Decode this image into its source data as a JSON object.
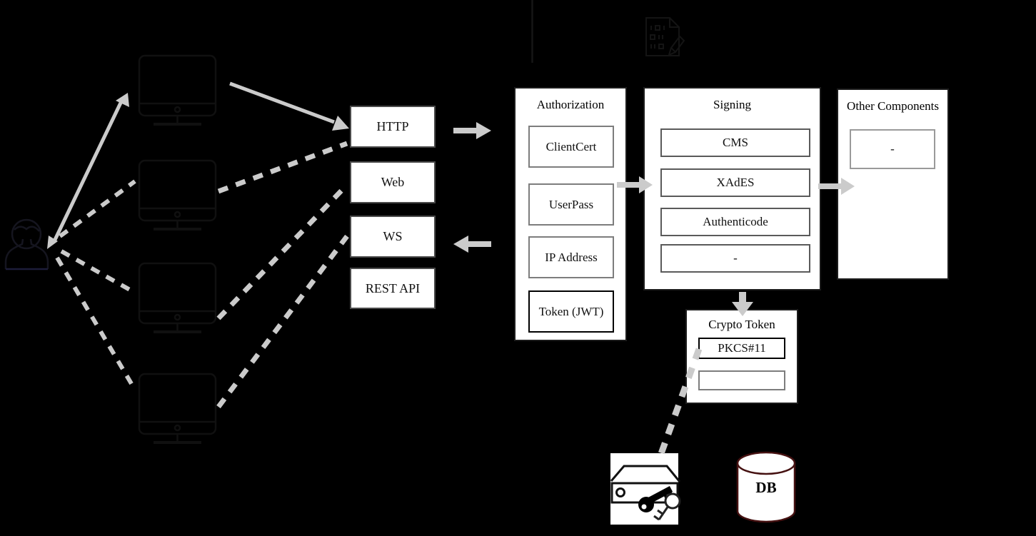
{
  "background": "#000000",
  "colors": {
    "arrow": "#cbcbcb",
    "db_outline": "#451111",
    "panel_fill": "#ffffff"
  },
  "client_side": {
    "user_icon": "user-icon",
    "workstation_icon": "monitor-icon",
    "workstation_count": 4
  },
  "interfaces": {
    "items": [
      "HTTP",
      "Web",
      "WS",
      "REST API"
    ]
  },
  "authorization": {
    "title": "Authorization",
    "items": [
      "ClientCert",
      "UserPass",
      "IP Address",
      "Token (JWT)"
    ]
  },
  "signing": {
    "title": "Signing",
    "items": [
      "CMS",
      "XAdES",
      "Authenticode",
      "-"
    ]
  },
  "other_components": {
    "title": "Other Components",
    "items": [
      "-"
    ]
  },
  "crypto_token": {
    "title": "Crypto Token",
    "items": [
      "PKCS#11",
      ""
    ]
  },
  "database": {
    "label": "DB"
  },
  "icons": {
    "document": "signed-document-icon",
    "hsm": "hsm-with-keys-icon",
    "database": "database-cylinder-icon"
  }
}
